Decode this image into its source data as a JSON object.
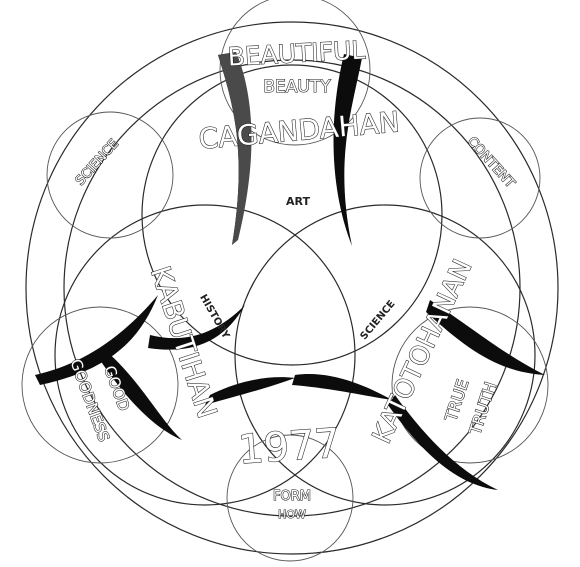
{
  "labels": {
    "beautiful": "BEAUTIFUL",
    "beauty": "BEAUTY",
    "cagandahan_top": "CAGANDAHAN",
    "art": "ART",
    "science_left": "SCIENCE",
    "content": "CONTENT",
    "kabutihan": "KABUTIHAN",
    "history": "HISTORY",
    "science_center": "SCIENCE",
    "katotohanan": "KATOTOHANAN",
    "good": "GOOD",
    "goodness": "GOODNESS",
    "true": "TRUE",
    "truth": "TRUTH",
    "year": "1977",
    "form": "FORM",
    "how": "HOW"
  },
  "colors": {
    "ink": "#0c0c0c",
    "line": "#2a2a2a",
    "background": "#ffffff"
  }
}
